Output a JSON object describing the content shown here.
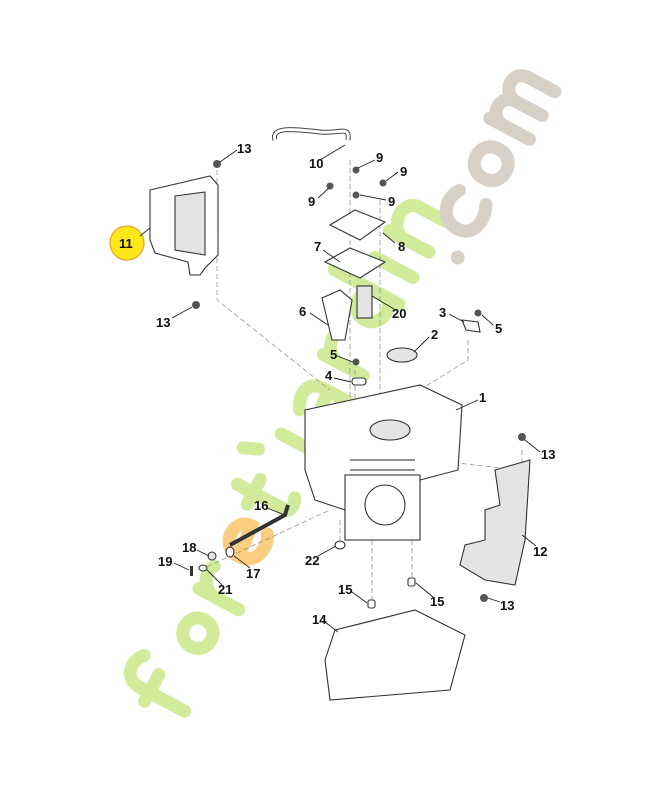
{
  "diagram": {
    "title": "Engine crankcase exploded parts diagram",
    "highlighted_part": "11",
    "highlight_color": "#ffe81a",
    "watermark": {
      "text_green": "foret'jardin",
      "text_gray": ".com",
      "green": "#c9e88a",
      "orange": "#f9c46a",
      "gray": "#cfc8bd"
    },
    "labels": {
      "l13a": "13",
      "l10": "10",
      "l9a": "9",
      "l9b": "9",
      "l9c": "9",
      "l9d": "9",
      "l11": "11",
      "l8": "8",
      "l7": "7",
      "l13b": "13",
      "l6": "6",
      "l20": "20",
      "l3": "3",
      "l5a": "5",
      "l2": "2",
      "l5b": "5",
      "l4": "4",
      "l1": "1",
      "l13c": "13",
      "l16": "16",
      "l18": "18",
      "l19": "19",
      "l12": "12",
      "l22": "22",
      "l17": "17",
      "l21": "21",
      "l15a": "15",
      "l15b": "15",
      "l13d": "13",
      "l14": "14"
    }
  }
}
